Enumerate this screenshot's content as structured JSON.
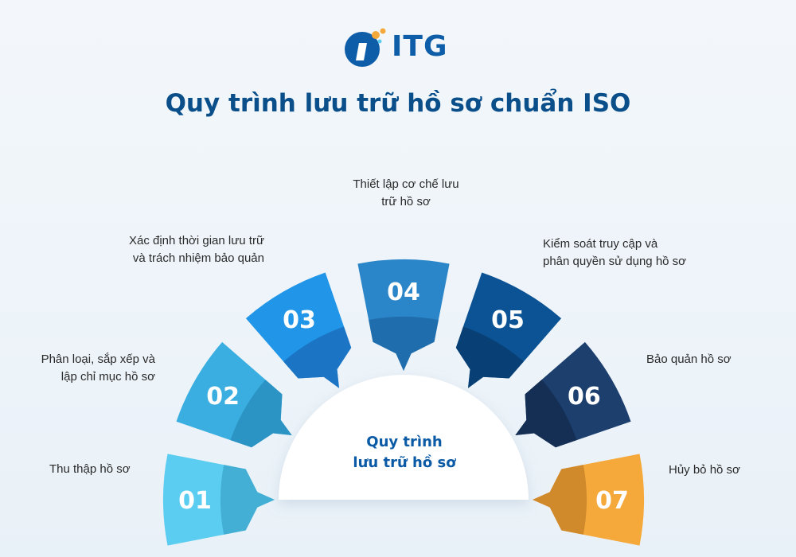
{
  "brand": {
    "name": "ITG",
    "color": "#0e5da8"
  },
  "title": "Quy trình lưu trữ hồ sơ chuẩn ISO",
  "center": {
    "line1": "Quy trình",
    "line2": "lưu trữ hồ sơ"
  },
  "steps": [
    {
      "number": "01",
      "label": [
        "Thu thập hồ sơ"
      ],
      "color": "#5bcdf0",
      "accent": "#3fa9cf",
      "icon": "step-fan"
    },
    {
      "number": "02",
      "label": [
        "Phân loại, sắp xếp và",
        "lập chỉ mục hồ sơ"
      ],
      "color": "#3aaee0",
      "accent": "#2a8fc0",
      "icon": "step-fan"
    },
    {
      "number": "03",
      "label": [
        "Xác định thời gian lưu trữ",
        "và trách nhiệm bảo quản"
      ],
      "color": "#2196e8",
      "accent": "#1a6fbd",
      "icon": "step-fan"
    },
    {
      "number": "04",
      "label": [
        "Thiết lập cơ chế lưu",
        "trữ hồ sơ"
      ],
      "color": "#2a86c8",
      "accent": "#1e68a8",
      "icon": "step-fan"
    },
    {
      "number": "05",
      "label": [
        "Kiểm soát truy cập và",
        "phân quyền sử dụng hồ sơ"
      ],
      "color": "#0b5394",
      "accent": "#083d70",
      "icon": "step-fan"
    },
    {
      "number": "06",
      "label": [
        "Bảo quản hồ sơ"
      ],
      "color": "#1d3f6e",
      "accent": "#142c50",
      "icon": "step-fan"
    },
    {
      "number": "07",
      "label": [
        "Hủy bỏ hồ sơ"
      ],
      "color": "#f6a93b",
      "accent": "#c9852a",
      "icon": "step-fan"
    }
  ]
}
